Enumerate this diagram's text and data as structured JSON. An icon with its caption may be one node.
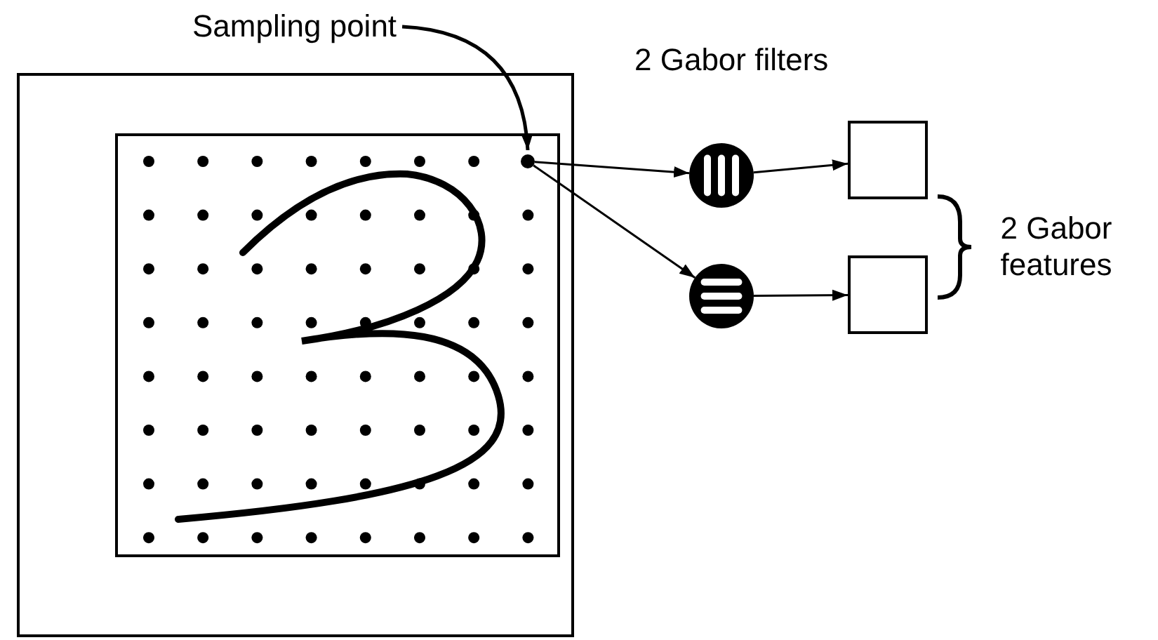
{
  "diagram": {
    "nodes": [
      {
        "text": [],
        "shape": "box"
      },
      {
        "text": [],
        "shape": "box",
        "in": 0
      },
      {
        "text": [
          "Sampling point"
        ]
      },
      {
        "text": [],
        "shape": "circle",
        "in": 1
      },
      {
        "text": [],
        "shape": "circle"
      },
      {
        "text": [],
        "shape": "circle"
      },
      {
        "text": [],
        "shape": "box"
      },
      {
        "text": [],
        "shape": "box"
      }
    ],
    "edges": [
      {
        "from": 2,
        "to": 3,
        "arrow": "to"
      },
      {
        "from": 3,
        "to": 4,
        "arrow": "to"
      },
      {
        "from": 3,
        "to": 5,
        "arrow": "to"
      },
      {
        "from": 4,
        "to": 6,
        "arrow": "to"
      },
      {
        "from": 5,
        "to": 7,
        "arrow": "to"
      }
    ],
    "labels": [
      "2 Gabor filters",
      "2 Gabor features"
    ]
  }
}
